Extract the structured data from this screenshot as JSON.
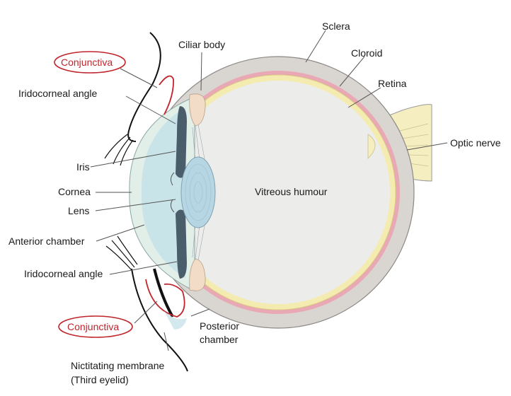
{
  "diagram": {
    "labels": {
      "ciliar_body": "Ciliar body",
      "sclera": "Sclera",
      "cloroid": "Cloroid",
      "retina": "Retina",
      "optic_nerve": "Optic nerve",
      "vitreous_humour": "Vitreous humour",
      "conjunctiva_upper": "Conjunctiva",
      "iridocorneal_angle_upper": "Iridocorneal angle",
      "iris": "Iris",
      "cornea": "Cornea",
      "lens": "Lens",
      "anterior_chamber": "Anterior chamber",
      "iridocorneal_angle_lower": "Iridocorneal angle",
      "conjunctiva_lower": "Conjunctiva",
      "posterior_chamber_line1": "Posterior",
      "posterior_chamber_line2": "chamber",
      "nictitating_line1": "Nictitating membrane",
      "nictitating_line2": "(Third eyelid)"
    },
    "colors": {
      "sclera": "#d9d6d1",
      "cloroid": "#e9a9b4",
      "retina": "#f3ebb0",
      "vitreous": "#ecedea",
      "aqueous": "#c9e4e9",
      "lens": "#b7d6e3",
      "iris": "#4a5d6b",
      "ciliary": "#f2dcc7",
      "optic_nerve": "#f5eec0",
      "conjunctiva_highlight": "#c0252b"
    }
  }
}
